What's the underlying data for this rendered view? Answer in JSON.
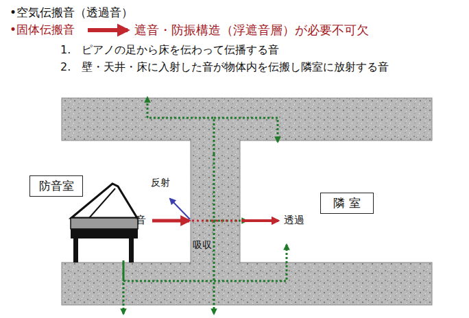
{
  "diagram": {
    "nodes": [
      {
        "text": [
          "防音室"
        ]
      },
      {
        "text": [
          "隣 室"
        ]
      }
    ],
    "labels": [
      "•空気伝搬音（透過音）",
      "•固体伝搬音",
      "遮音・防振構造（浮遮音層）が必要不可欠",
      "1.　ピアノの足から床を伝わって伝播する音",
      "2.　壁・天井・床に入射した音が物体内を伝搬し隣室に放射する音",
      "反射",
      "音",
      "透過",
      "吸収"
    ]
  }
}
